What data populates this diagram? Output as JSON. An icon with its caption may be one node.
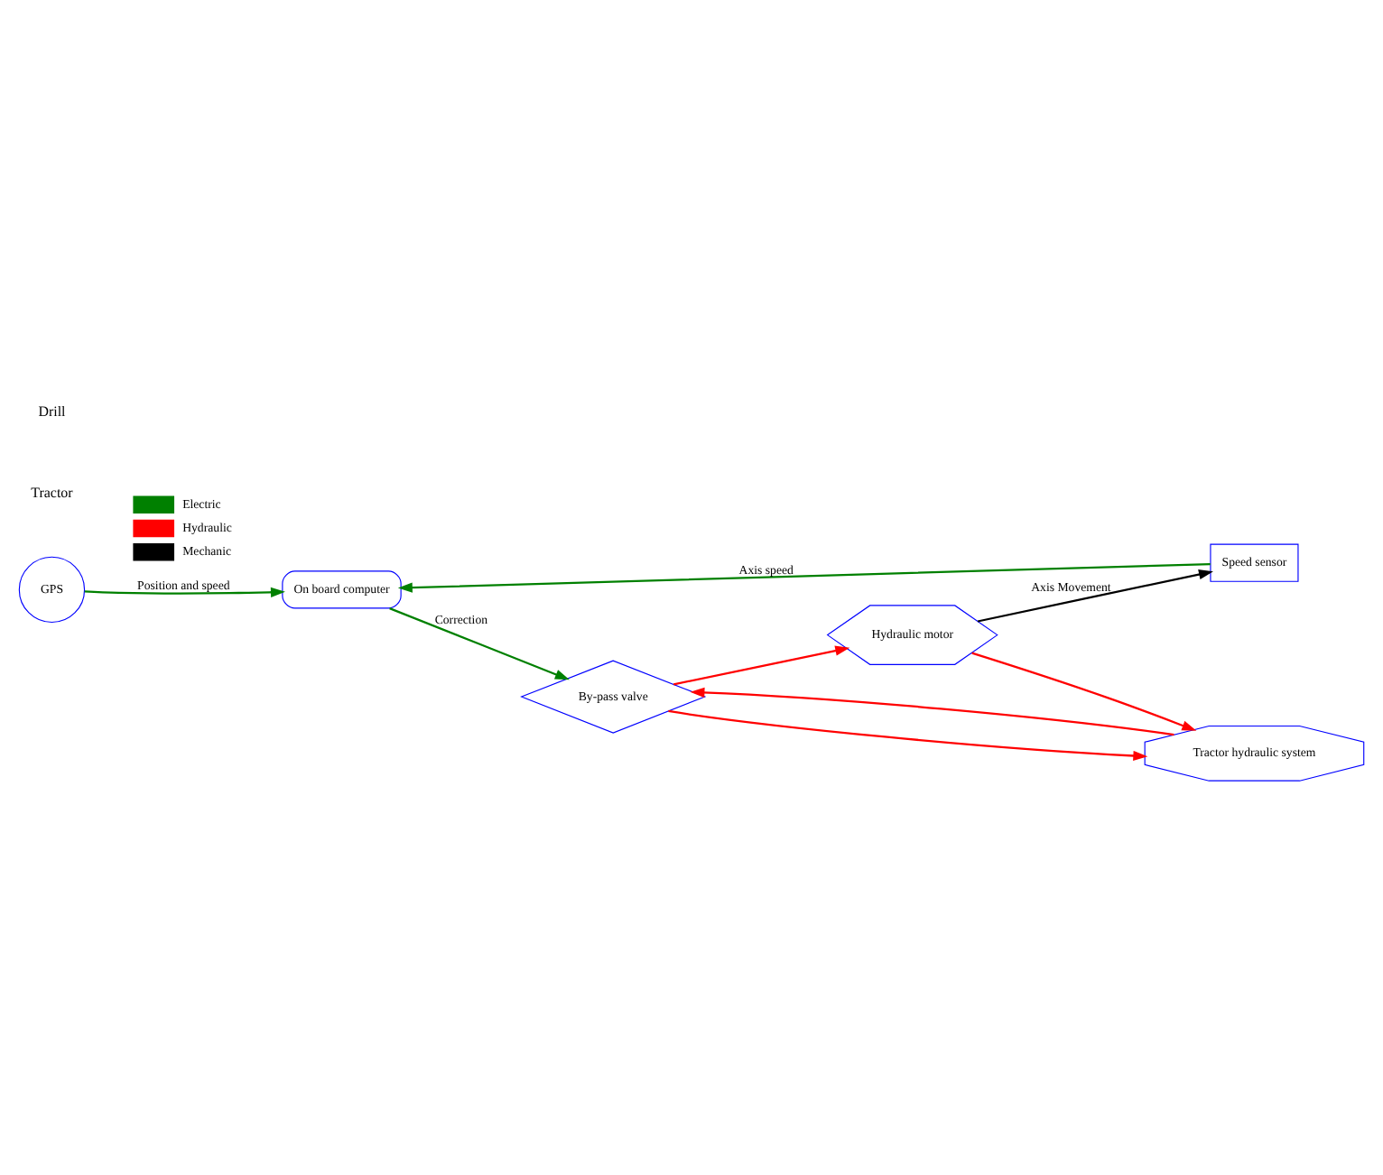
{
  "diagram": {
    "nodes": [
      {
        "text": [
          "GPS"
        ]
      },
      {
        "text": [
          "Speed sensor"
        ]
      },
      {
        "text": [
          "On board computer"
        ]
      },
      {
        "text": [
          "By-pass valve"
        ]
      },
      {
        "text": [
          "Hydraulic motor"
        ]
      },
      {
        "text": [
          "Tractor hydraulic system"
        ]
      }
    ],
    "edges": [
      {
        "from": 0,
        "to": 2,
        "arrow": "to",
        "label": "Position and speed",
        "color": "#008000"
      },
      {
        "from": 1,
        "to": 2,
        "arrow": "to",
        "label": "Axis speed",
        "color": "#008000"
      },
      {
        "from": 2,
        "to": 3,
        "arrow": "to",
        "label": "Correction",
        "color": "#008000"
      },
      {
        "from": 3,
        "to": 4,
        "arrow": "to",
        "color": "#ff0000"
      },
      {
        "from": 3,
        "to": 5,
        "arrow": "to",
        "color": "#ff0000"
      },
      {
        "from": 4,
        "to": 5,
        "arrow": "to",
        "color": "#ff0000"
      },
      {
        "from": 5,
        "to": 3,
        "arrow": "to",
        "color": "#ff0000"
      },
      {
        "from": 4,
        "to": 1,
        "arrow": "to",
        "label": "Axis Movement",
        "color": "#000000"
      }
    ],
    "labels": [
      "Tractor",
      "Drill"
    ],
    "legend": [
      {
        "text": "Electric",
        "color": "#008000"
      },
      {
        "text": "Hydraulic",
        "color": "#ff0000"
      },
      {
        "text": "Mechanic",
        "color": "#000000"
      }
    ]
  }
}
